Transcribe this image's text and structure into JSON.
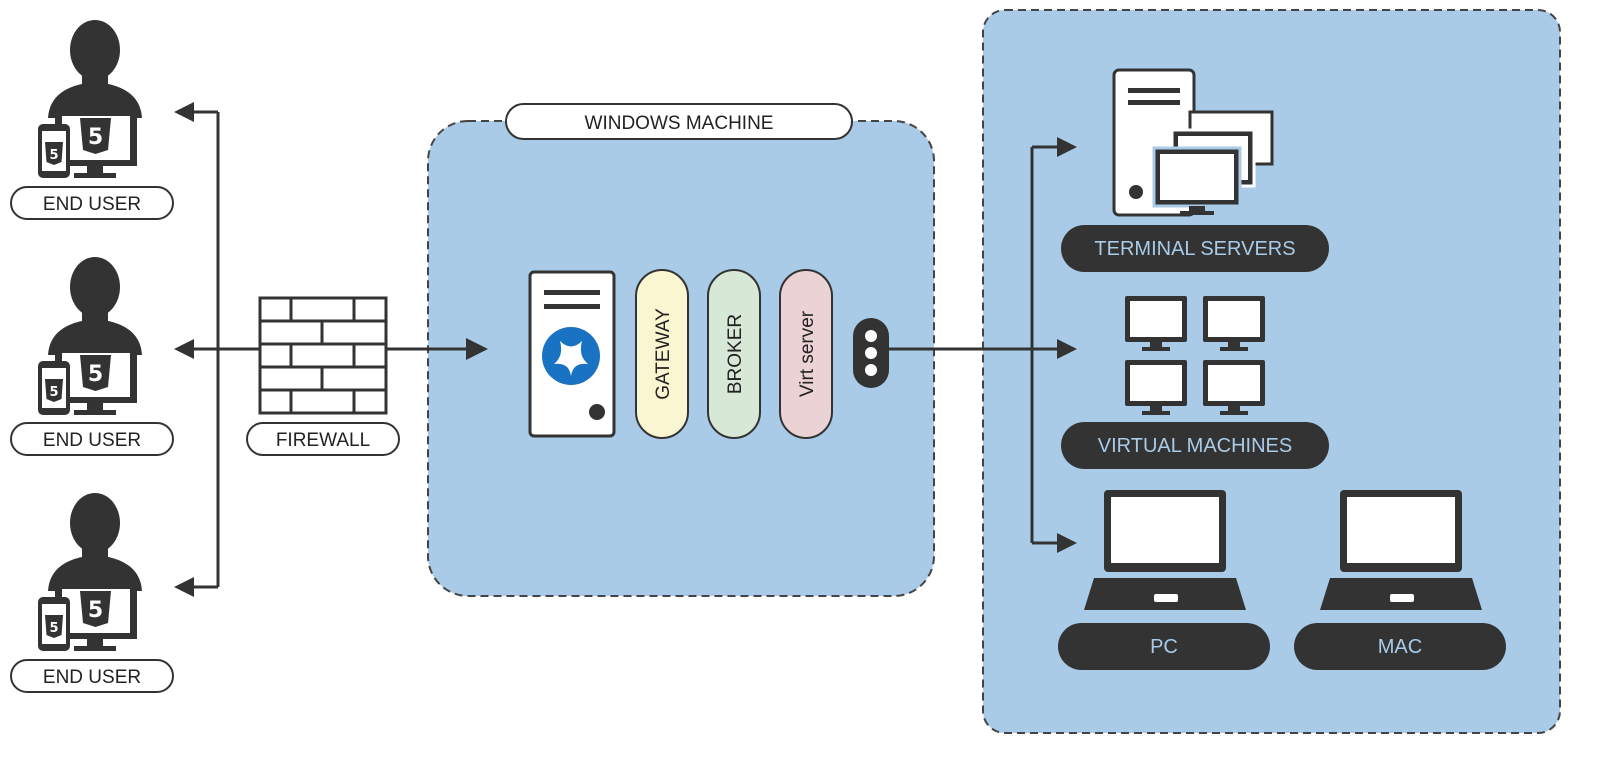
{
  "end_users": [
    {
      "label": "END USER"
    },
    {
      "label": "END USER"
    },
    {
      "label": "END USER"
    }
  ],
  "firewall": {
    "label": "FIREWALL"
  },
  "windows_machine": {
    "label": "WINDOWS MACHINE",
    "services": [
      {
        "label": "GATEWAY",
        "color": "#faf6d2"
      },
      {
        "label": "BROKER",
        "color": "#d8e8d6"
      },
      {
        "label": "Virt server",
        "color": "#ebd2d4"
      }
    ]
  },
  "targets": {
    "terminal_servers": {
      "label": "TERMINAL SERVERS"
    },
    "virtual_machines": {
      "label": "VIRTUAL MACHINES"
    },
    "pc": {
      "label": "PC"
    },
    "mac": {
      "label": "MAC"
    }
  },
  "colors": {
    "panel": "#a9cbe8",
    "dark": "#333333",
    "accent": "#1a73c2"
  }
}
